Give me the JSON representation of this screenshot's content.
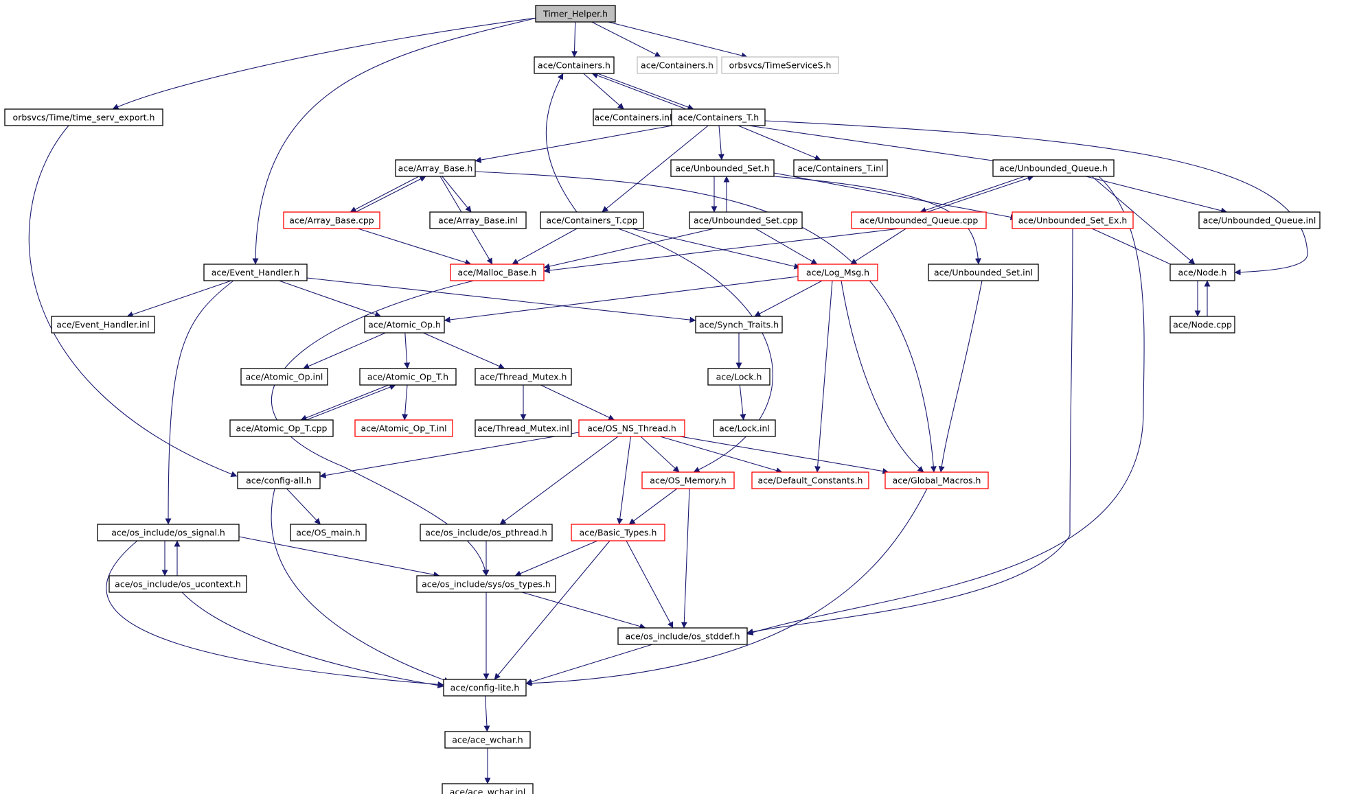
{
  "colors": {
    "edge": "#191970",
    "normal": "#000000",
    "truncated": "#ff0000",
    "external": "#bfbfbf",
    "root_fill": "#bfbfbf"
  },
  "nodes": [
    {
      "id": "timer_helper",
      "label": "Timer_Helper.h",
      "kind": "root"
    },
    {
      "id": "containers_h",
      "label": "ace/Containers.h",
      "kind": "normal"
    },
    {
      "id": "containers_h_ext",
      "label": "ace/Containers.h",
      "kind": "external"
    },
    {
      "id": "timeservices",
      "label": "orbsvcs/TimeServiceS.h",
      "kind": "external"
    },
    {
      "id": "time_serv_export",
      "label": "orbsvcs/Time/time_serv_export.h",
      "kind": "normal"
    },
    {
      "id": "containers_inl",
      "label": "ace/Containers.inl",
      "kind": "normal"
    },
    {
      "id": "containers_t_h",
      "label": "ace/Containers_T.h",
      "kind": "normal"
    },
    {
      "id": "array_base_h",
      "label": "ace/Array_Base.h",
      "kind": "normal"
    },
    {
      "id": "unbounded_set_h",
      "label": "ace/Unbounded_Set.h",
      "kind": "normal"
    },
    {
      "id": "containers_t_inl",
      "label": "ace/Containers_T.inl",
      "kind": "normal"
    },
    {
      "id": "unbounded_queue_h",
      "label": "ace/Unbounded_Queue.h",
      "kind": "normal"
    },
    {
      "id": "array_base_cpp",
      "label": "ace/Array_Base.cpp",
      "kind": "truncated"
    },
    {
      "id": "array_base_inl",
      "label": "ace/Array_Base.inl",
      "kind": "normal"
    },
    {
      "id": "containers_t_cpp",
      "label": "ace/Containers_T.cpp",
      "kind": "normal"
    },
    {
      "id": "unbounded_set_cpp",
      "label": "ace/Unbounded_Set.cpp",
      "kind": "normal"
    },
    {
      "id": "unbounded_queue_cpp",
      "label": "ace/Unbounded_Queue.cpp",
      "kind": "truncated"
    },
    {
      "id": "unbounded_set_ex_h",
      "label": "ace/Unbounded_Set_Ex.h",
      "kind": "truncated"
    },
    {
      "id": "unbounded_queue_inl",
      "label": "ace/Unbounded_Queue.inl",
      "kind": "normal"
    },
    {
      "id": "event_handler_h",
      "label": "ace/Event_Handler.h",
      "kind": "normal"
    },
    {
      "id": "malloc_base_h",
      "label": "ace/Malloc_Base.h",
      "kind": "truncated"
    },
    {
      "id": "log_msg_h",
      "label": "ace/Log_Msg.h",
      "kind": "truncated"
    },
    {
      "id": "unbounded_set_inl",
      "label": "ace/Unbounded_Set.inl",
      "kind": "normal"
    },
    {
      "id": "node_h",
      "label": "ace/Node.h",
      "kind": "normal"
    },
    {
      "id": "event_handler_inl",
      "label": "ace/Event_Handler.inl",
      "kind": "normal"
    },
    {
      "id": "atomic_op_h",
      "label": "ace/Atomic_Op.h",
      "kind": "normal"
    },
    {
      "id": "synch_traits_h",
      "label": "ace/Synch_Traits.h",
      "kind": "normal"
    },
    {
      "id": "node_cpp",
      "label": "ace/Node.cpp",
      "kind": "normal"
    },
    {
      "id": "atomic_op_inl",
      "label": "ace/Atomic_Op.inl",
      "kind": "normal"
    },
    {
      "id": "atomic_op_t_h",
      "label": "ace/Atomic_Op_T.h",
      "kind": "normal"
    },
    {
      "id": "thread_mutex_h",
      "label": "ace/Thread_Mutex.h",
      "kind": "normal"
    },
    {
      "id": "lock_h",
      "label": "ace/Lock.h",
      "kind": "normal"
    },
    {
      "id": "atomic_op_t_cpp",
      "label": "ace/Atomic_Op_T.cpp",
      "kind": "normal"
    },
    {
      "id": "atomic_op_t_inl",
      "label": "ace/Atomic_Op_T.inl",
      "kind": "truncated"
    },
    {
      "id": "thread_mutex_inl",
      "label": "ace/Thread_Mutex.inl",
      "kind": "normal"
    },
    {
      "id": "os_ns_thread_h",
      "label": "ace/OS_NS_Thread.h",
      "kind": "truncated"
    },
    {
      "id": "lock_inl",
      "label": "ace/Lock.inl",
      "kind": "normal"
    },
    {
      "id": "config_all_h",
      "label": "ace/config-all.h",
      "kind": "normal"
    },
    {
      "id": "os_memory_h",
      "label": "ace/OS_Memory.h",
      "kind": "truncated"
    },
    {
      "id": "default_constants_h",
      "label": "ace/Default_Constants.h",
      "kind": "truncated"
    },
    {
      "id": "global_macros_h",
      "label": "ace/Global_Macros.h",
      "kind": "truncated"
    },
    {
      "id": "os_signal_h",
      "label": "ace/os_include/os_signal.h",
      "kind": "normal"
    },
    {
      "id": "os_main_h",
      "label": "ace/OS_main.h",
      "kind": "normal"
    },
    {
      "id": "os_pthread_h",
      "label": "ace/os_include/os_pthread.h",
      "kind": "normal"
    },
    {
      "id": "basic_types_h",
      "label": "ace/Basic_Types.h",
      "kind": "truncated"
    },
    {
      "id": "os_ucontext_h",
      "label": "ace/os_include/os_ucontext.h",
      "kind": "normal"
    },
    {
      "id": "os_types_h",
      "label": "ace/os_include/sys/os_types.h",
      "kind": "normal"
    },
    {
      "id": "os_stddef_h",
      "label": "ace/os_include/os_stddef.h",
      "kind": "normal"
    },
    {
      "id": "config_lite_h",
      "label": "ace/config-lite.h",
      "kind": "normal"
    },
    {
      "id": "ace_wchar_h",
      "label": "ace/ace_wchar.h",
      "kind": "normal"
    },
    {
      "id": "ace_wchar_inl",
      "label": "ace/ace_wchar.inl",
      "kind": "normal"
    }
  ],
  "edges": [
    [
      "timer_helper",
      "containers_h"
    ],
    [
      "timer_helper",
      "containers_h_ext"
    ],
    [
      "timer_helper",
      "timeservices"
    ],
    [
      "timer_helper",
      "time_serv_export"
    ],
    [
      "timer_helper",
      "event_handler_h"
    ],
    [
      "containers_h",
      "containers_inl"
    ],
    [
      "containers_h",
      "containers_t_h"
    ],
    [
      "containers_t_h",
      "containers_h"
    ],
    [
      "containers_t_h",
      "array_base_h"
    ],
    [
      "containers_t_h",
      "unbounded_set_h"
    ],
    [
      "containers_t_h",
      "containers_t_inl"
    ],
    [
      "containers_t_h",
      "unbounded_queue_h"
    ],
    [
      "containers_t_h",
      "containers_t_cpp"
    ],
    [
      "containers_t_h",
      "node_h"
    ],
    [
      "array_base_h",
      "array_base_cpp"
    ],
    [
      "array_base_h",
      "array_base_inl"
    ],
    [
      "array_base_h",
      "malloc_base_h"
    ],
    [
      "array_base_h",
      "global_macros_h"
    ],
    [
      "array_base_cpp",
      "array_base_h"
    ],
    [
      "array_base_cpp",
      "malloc_base_h"
    ],
    [
      "unbounded_set_h",
      "unbounded_set_cpp"
    ],
    [
      "unbounded_set_h",
      "unbounded_set_inl"
    ],
    [
      "unbounded_set_h",
      "unbounded_set_ex_h"
    ],
    [
      "unbounded_set_cpp",
      "unbounded_set_h"
    ],
    [
      "unbounded_set_cpp",
      "malloc_base_h"
    ],
    [
      "unbounded_set_cpp",
      "log_msg_h"
    ],
    [
      "unbounded_queue_h",
      "unbounded_queue_cpp"
    ],
    [
      "unbounded_queue_h",
      "unbounded_queue_inl"
    ],
    [
      "unbounded_queue_h",
      "node_h"
    ],
    [
      "unbounded_queue_h",
      "os_stddef_h"
    ],
    [
      "unbounded_queue_cpp",
      "unbounded_queue_h"
    ],
    [
      "unbounded_queue_cpp",
      "malloc_base_h"
    ],
    [
      "unbounded_queue_cpp",
      "log_msg_h"
    ],
    [
      "unbounded_set_ex_h",
      "node_h"
    ],
    [
      "unbounded_set_ex_h",
      "os_stddef_h"
    ],
    [
      "containers_t_cpp",
      "containers_h"
    ],
    [
      "containers_t_cpp",
      "malloc_base_h"
    ],
    [
      "containers_t_cpp",
      "log_msg_h"
    ],
    [
      "containers_t_cpp",
      "os_memory_h"
    ],
    [
      "log_msg_h",
      "atomic_op_h"
    ],
    [
      "log_msg_h",
      "synch_traits_h"
    ],
    [
      "log_msg_h",
      "default_constants_h"
    ],
    [
      "log_msg_h",
      "global_macros_h"
    ],
    [
      "malloc_base_h",
      "os_types_h"
    ],
    [
      "unbounded_set_inl",
      "global_macros_h"
    ],
    [
      "node_h",
      "node_cpp"
    ],
    [
      "node_cpp",
      "node_h"
    ],
    [
      "event_handler_h",
      "event_handler_inl"
    ],
    [
      "event_handler_h",
      "atomic_op_h"
    ],
    [
      "event_handler_h",
      "synch_traits_h"
    ],
    [
      "event_handler_h",
      "os_signal_h"
    ],
    [
      "time_serv_export",
      "config_all_h"
    ],
    [
      "atomic_op_h",
      "atomic_op_inl"
    ],
    [
      "atomic_op_h",
      "atomic_op_t_h"
    ],
    [
      "atomic_op_h",
      "thread_mutex_h"
    ],
    [
      "atomic_op_t_h",
      "atomic_op_t_cpp"
    ],
    [
      "atomic_op_t_h",
      "atomic_op_t_inl"
    ],
    [
      "atomic_op_t_cpp",
      "atomic_op_t_h"
    ],
    [
      "thread_mutex_h",
      "thread_mutex_inl"
    ],
    [
      "thread_mutex_h",
      "os_ns_thread_h"
    ],
    [
      "synch_traits_h",
      "lock_h"
    ],
    [
      "lock_h",
      "lock_inl"
    ],
    [
      "os_ns_thread_h",
      "config_all_h"
    ],
    [
      "os_ns_thread_h",
      "os_memory_h"
    ],
    [
      "os_ns_thread_h",
      "default_constants_h"
    ],
    [
      "os_ns_thread_h",
      "global_macros_h"
    ],
    [
      "os_ns_thread_h",
      "basic_types_h"
    ],
    [
      "os_ns_thread_h",
      "os_pthread_h"
    ],
    [
      "os_memory_h",
      "basic_types_h"
    ],
    [
      "os_memory_h",
      "os_stddef_h"
    ],
    [
      "global_macros_h",
      "config_lite_h"
    ],
    [
      "config_all_h",
      "os_main_h"
    ],
    [
      "config_all_h",
      "config_lite_h"
    ],
    [
      "os_signal_h",
      "os_ucontext_h"
    ],
    [
      "os_signal_h",
      "os_types_h"
    ],
    [
      "os_signal_h",
      "config_lite_h"
    ],
    [
      "os_ucontext_h",
      "os_signal_h"
    ],
    [
      "os_ucontext_h",
      "config_lite_h"
    ],
    [
      "os_pthread_h",
      "os_types_h"
    ],
    [
      "basic_types_h",
      "os_types_h"
    ],
    [
      "basic_types_h",
      "os_stddef_h"
    ],
    [
      "basic_types_h",
      "config_lite_h"
    ],
    [
      "os_types_h",
      "os_stddef_h"
    ],
    [
      "os_types_h",
      "config_lite_h"
    ],
    [
      "os_stddef_h",
      "config_lite_h"
    ],
    [
      "config_lite_h",
      "ace_wchar_h"
    ],
    [
      "ace_wchar_h",
      "ace_wchar_inl"
    ]
  ]
}
